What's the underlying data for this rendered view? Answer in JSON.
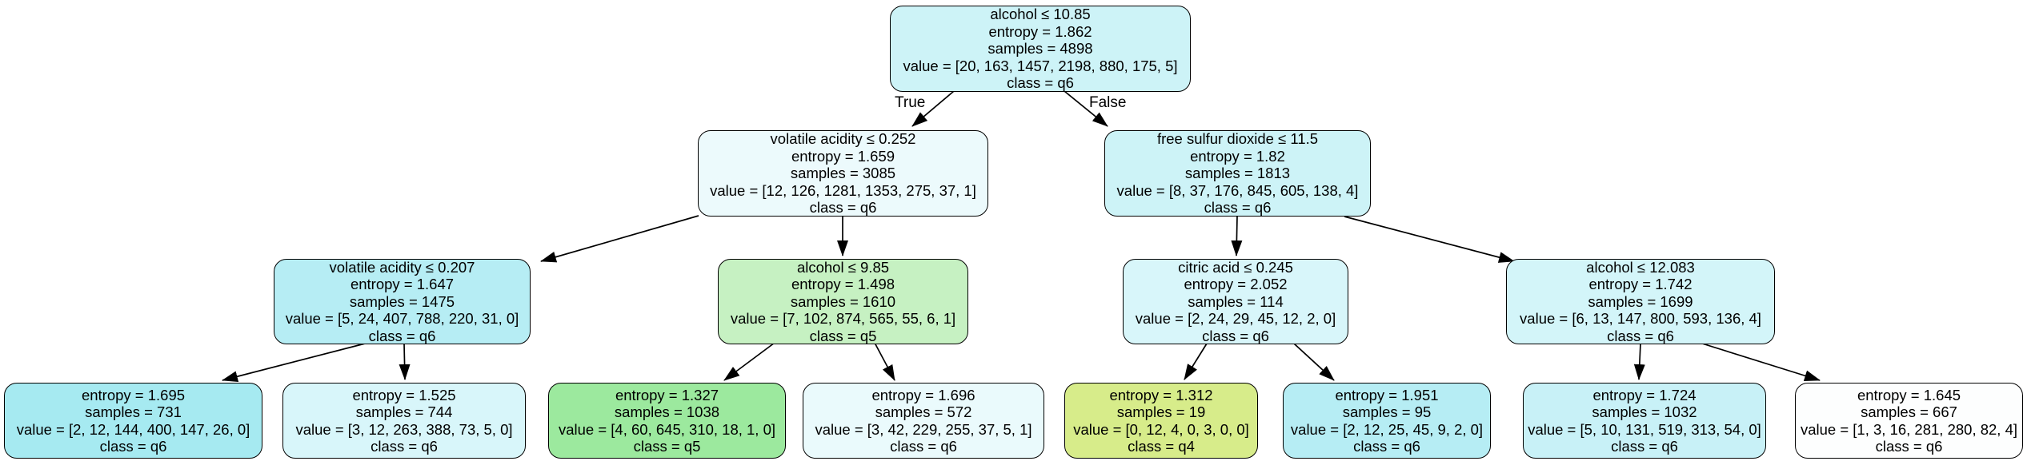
{
  "diagram_type": "decision-tree",
  "edge_labels": {
    "true_branch": "True",
    "false_branch": "False"
  },
  "colors": {
    "background": "#ffffff",
    "node_border": "#000000",
    "edge_stroke": "#000000",
    "class_q4": "#d7ec8a",
    "class_q5": "#9ce99e",
    "class_q6": "#a6eaf1"
  },
  "nodes": [
    {
      "id": "root",
      "condition": "alcohol ≤ 10.85",
      "entropy": "entropy = 1.862",
      "samples": "samples = 4898",
      "value": "value = [20, 163, 1457, 2198, 880, 175, 5]",
      "class_label": "class = q6",
      "fill": "#cdf3f7"
    },
    {
      "id": "depth1-left",
      "condition": "volatile acidity ≤ 0.252",
      "entropy": "entropy = 1.659",
      "samples": "samples = 3085",
      "value": "value = [12, 126, 1281, 1353, 275, 37, 1]",
      "class_label": "class = q6",
      "fill": "#ecfafc"
    },
    {
      "id": "depth1-right",
      "condition": "free sulfur dioxide ≤ 11.5",
      "entropy": "entropy = 1.82",
      "samples": "samples = 1813",
      "value": "value = [8, 37, 176, 845, 605, 138, 4]",
      "class_label": "class = q6",
      "fill": "#cdf3f7"
    },
    {
      "id": "depth2-1",
      "condition": "volatile acidity ≤ 0.207",
      "entropy": "entropy = 1.647",
      "samples": "samples = 1475",
      "value": "value = [5, 24, 407, 788, 220, 31, 0]",
      "class_label": "class = q6",
      "fill": "#b6edf4"
    },
    {
      "id": "depth2-2",
      "condition": "alcohol ≤ 9.85",
      "entropy": "entropy = 1.498",
      "samples": "samples = 1610",
      "value": "value = [7, 102, 874, 565, 55, 6, 1]",
      "class_label": "class = q5",
      "fill": "#c6f1c2"
    },
    {
      "id": "depth2-3",
      "condition": "citric acid ≤ 0.245",
      "entropy": "entropy = 2.052",
      "samples": "samples = 114",
      "value": "value = [2, 24, 29, 45, 12, 2, 0]",
      "class_label": "class = q6",
      "fill": "#d8f6fa"
    },
    {
      "id": "depth2-4",
      "condition": "alcohol ≤ 12.083",
      "entropy": "entropy = 1.742",
      "samples": "samples = 1699",
      "value": "value = [6, 13, 147, 800, 593, 136, 4]",
      "class_label": "class = q6",
      "fill": "#d3f5f9"
    },
    {
      "id": "leaf-1",
      "entropy": "entropy = 1.695",
      "samples": "samples = 731",
      "value": "value = [2, 12, 144, 400, 147, 26, 0]",
      "class_label": "class = q6",
      "fill": "#a6eaf1"
    },
    {
      "id": "leaf-2",
      "entropy": "entropy = 1.525",
      "samples": "samples = 744",
      "value": "value = [3, 12, 263, 388, 73, 5, 0]",
      "class_label": "class = q6",
      "fill": "#d8f6fa"
    },
    {
      "id": "leaf-3",
      "entropy": "entropy = 1.327",
      "samples": "samples = 1038",
      "value": "value = [4, 60, 645, 310, 18, 1, 0]",
      "class_label": "class = q5",
      "fill": "#9ce99e"
    },
    {
      "id": "leaf-4",
      "entropy": "entropy = 1.696",
      "samples": "samples = 572",
      "value": "value = [3, 42, 229, 255, 37, 5, 1]",
      "class_label": "class = q6",
      "fill": "#eafafc"
    },
    {
      "id": "leaf-5",
      "entropy": "entropy = 1.312",
      "samples": "samples = 19",
      "value": "value = [0, 12, 4, 0, 3, 0, 0]",
      "class_label": "class = q4",
      "fill": "#d7ec8a"
    },
    {
      "id": "leaf-6",
      "entropy": "entropy = 1.951",
      "samples": "samples = 95",
      "value": "value = [2, 12, 25, 45, 9, 2, 0]",
      "class_label": "class = q6",
      "fill": "#b6edf4"
    },
    {
      "id": "leaf-7",
      "entropy": "entropy = 1.724",
      "samples": "samples = 1032",
      "value": "value = [5, 10, 131, 519, 313, 54, 0]",
      "class_label": "class = q6",
      "fill": "#c8f1f7"
    },
    {
      "id": "leaf-8",
      "entropy": "entropy = 1.645",
      "samples": "samples = 667",
      "value": "value = [1, 3, 16, 281, 280, 82, 4]",
      "class_label": "class = q6",
      "fill": "#fdfefe"
    }
  ]
}
